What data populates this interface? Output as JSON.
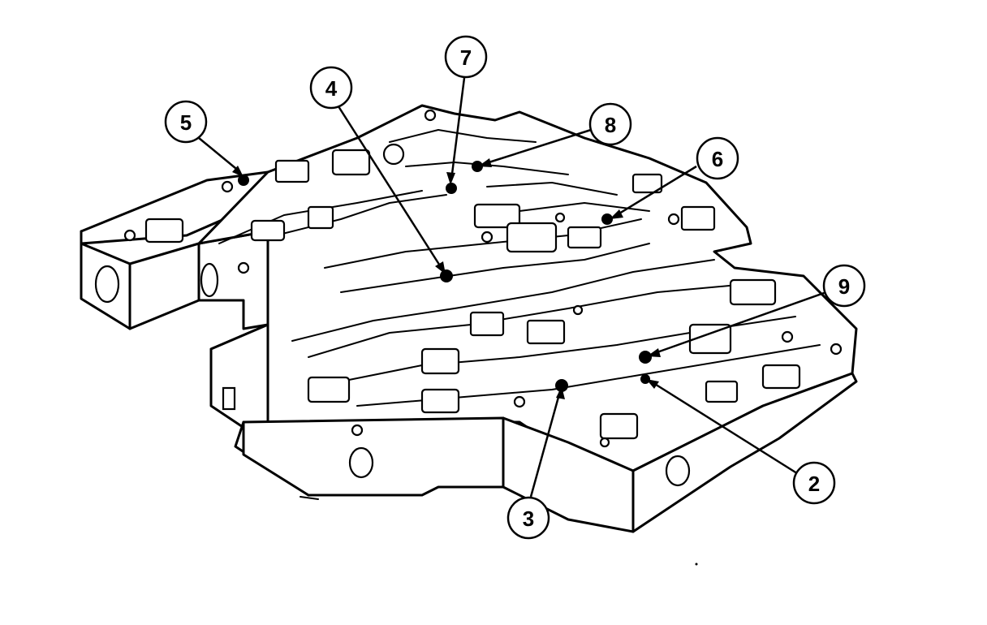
{
  "callouts": [
    {
      "id": "callout-5",
      "label": "5"
    },
    {
      "id": "callout-4",
      "label": "4"
    },
    {
      "id": "callout-7",
      "label": "7"
    },
    {
      "id": "callout-8",
      "label": "8"
    },
    {
      "id": "callout-6",
      "label": "6"
    },
    {
      "id": "callout-9",
      "label": "9"
    },
    {
      "id": "callout-2",
      "label": "2"
    },
    {
      "id": "callout-3",
      "label": "3"
    }
  ],
  "colors": {
    "ink": "#000000",
    "paper": "#ffffff"
  }
}
